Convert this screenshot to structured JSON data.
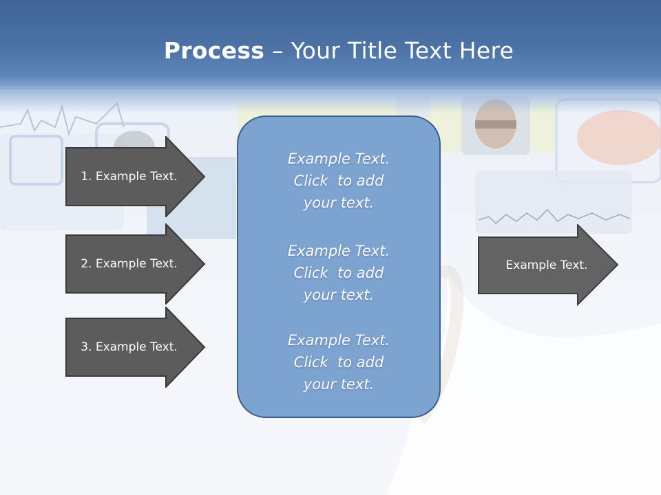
{
  "slide": {
    "title_bold": "Process",
    "title_rest": " – Your Title Text Here"
  },
  "left_arrows": [
    {
      "label": "1. Example Text."
    },
    {
      "label": "2. Example Text."
    },
    {
      "label": "3. Example Text."
    }
  ],
  "center_box": {
    "paragraphs": [
      [
        "Example Text.",
        "Click  to add",
        "your text."
      ],
      [
        "Example Text.",
        "Click  to add",
        "your text."
      ],
      [
        "Example Text.",
        "Click  to add",
        "your text."
      ]
    ]
  },
  "right_arrow": {
    "label": "Example Text."
  },
  "colors": {
    "header_blue": "#4a6fa3",
    "arrow_fill": "#5c5c5c",
    "box_fill": "#7da3d1",
    "box_border": "#3d5d8c"
  }
}
